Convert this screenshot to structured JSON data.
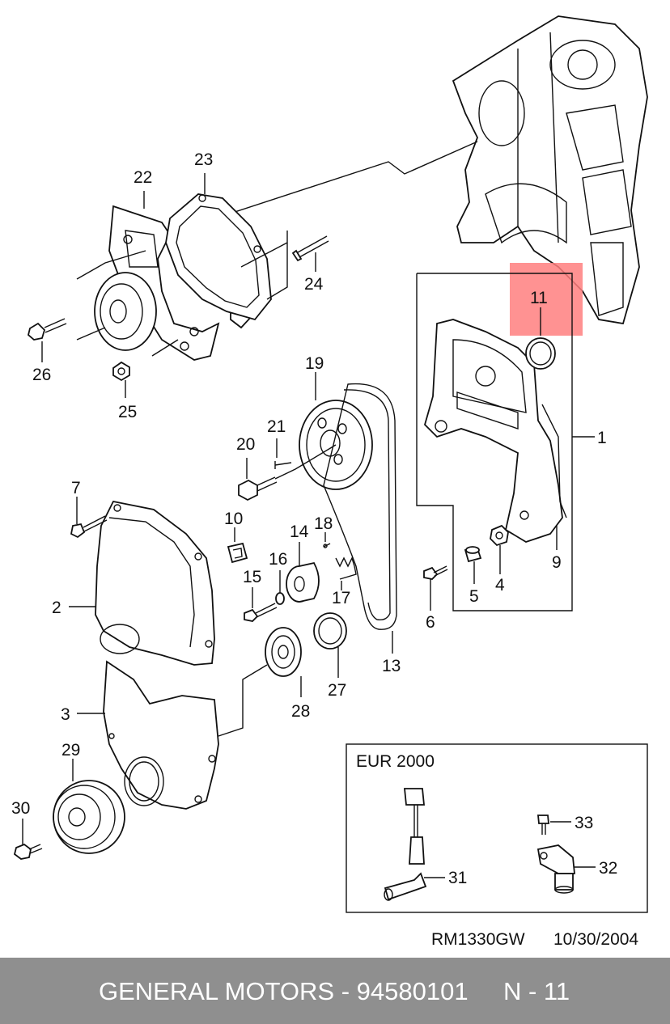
{
  "callouts": {
    "c1": "1",
    "c2": "2",
    "c3": "3",
    "c4": "4",
    "c5": "5",
    "c6": "6",
    "c7": "7",
    "c9": "9",
    "c10": "10",
    "c11": "11",
    "c13": "13",
    "c14": "14",
    "c15": "15",
    "c16": "16",
    "c17": "17",
    "c18": "18",
    "c19": "19",
    "c20": "20",
    "c21": "21",
    "c22": "22",
    "c23": "23",
    "c24": "24",
    "c25": "25",
    "c26": "26",
    "c27": "27",
    "c28": "28",
    "c29": "29",
    "c30": "30",
    "c31": "31",
    "c32": "32",
    "c33": "33"
  },
  "inset": {
    "title": "EUR 2000"
  },
  "drawing_ref": "RM1330GW",
  "drawing_date": "10/30/2004",
  "highlight_color": "#ff7f7f",
  "footer": {
    "title": "GENERAL MOTORS - 94580101",
    "page": "N - 11"
  }
}
